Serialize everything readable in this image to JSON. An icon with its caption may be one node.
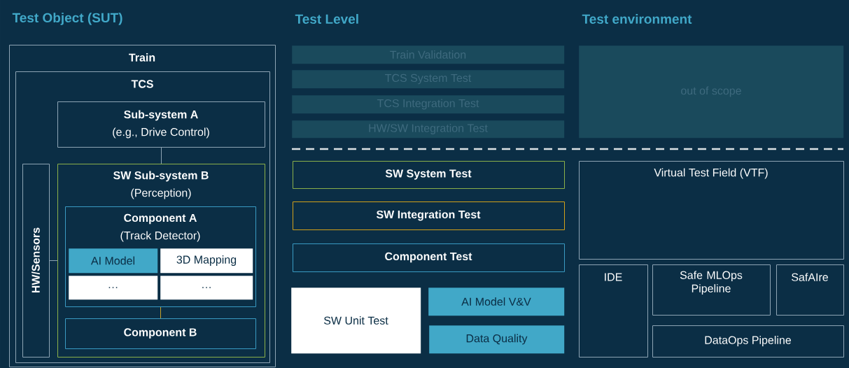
{
  "diagram": {
    "nodes": [
      {
        "text": [
          "Train"
        ]
      },
      {
        "text": [
          "TCS"
        ],
        "in": 0
      },
      {
        "text": [
          "Sub-system A",
          "(e.g., Drive Control)"
        ],
        "in": 1
      },
      {
        "text": [
          "HW/Sensors"
        ],
        "in": 1
      },
      {
        "text": [
          "SW Sub-system B",
          "(Perception)"
        ],
        "in": 1
      },
      {
        "text": [
          "Component A",
          "(Track Detector)"
        ],
        "in": 4
      },
      {
        "text": [
          "AI Model"
        ],
        "in": 5
      },
      {
        "text": [
          "3D Mapping"
        ],
        "in": 5
      },
      {
        "text": [
          "…"
        ],
        "in": 5
      },
      {
        "text": [
          "…"
        ],
        "in": 5
      },
      {
        "text": [
          "Component B"
        ],
        "in": 4
      },
      {
        "text": [
          "Train Validation"
        ]
      },
      {
        "text": [
          "TCS System Test"
        ]
      },
      {
        "text": [
          "TCS Integration Test"
        ]
      },
      {
        "text": [
          "HW/SW Integration Test"
        ]
      },
      {
        "text": [
          "out of scope"
        ]
      },
      {
        "text": [
          "SW System Test"
        ]
      },
      {
        "text": [
          "SW Integration Test"
        ]
      },
      {
        "text": [
          "Component Test"
        ]
      },
      {
        "text": [
          "SW Unit Test"
        ]
      },
      {
        "text": [
          "AI Model V&V"
        ]
      },
      {
        "text": [
          "Data Quality"
        ]
      },
      {
        "text": [
          "Virtual Test Field (VTF)"
        ]
      },
      {
        "text": [
          "IDE"
        ]
      },
      {
        "text": [
          "Safe MLOps Pipeline"
        ]
      },
      {
        "text": [
          "SafAIre"
        ]
      },
      {
        "text": [
          "DataOps Pipeline"
        ]
      }
    ],
    "edges": [
      {
        "from": 2,
        "to": 4,
        "arrow": "none"
      },
      {
        "from": 3,
        "to": 4,
        "arrow": "none"
      },
      {
        "from": 5,
        "to": 10,
        "arrow": "none",
        "color": "#c9a227"
      }
    ],
    "labels": [
      "Test Object (SUT)",
      "Test Level",
      "Test environment"
    ]
  }
}
